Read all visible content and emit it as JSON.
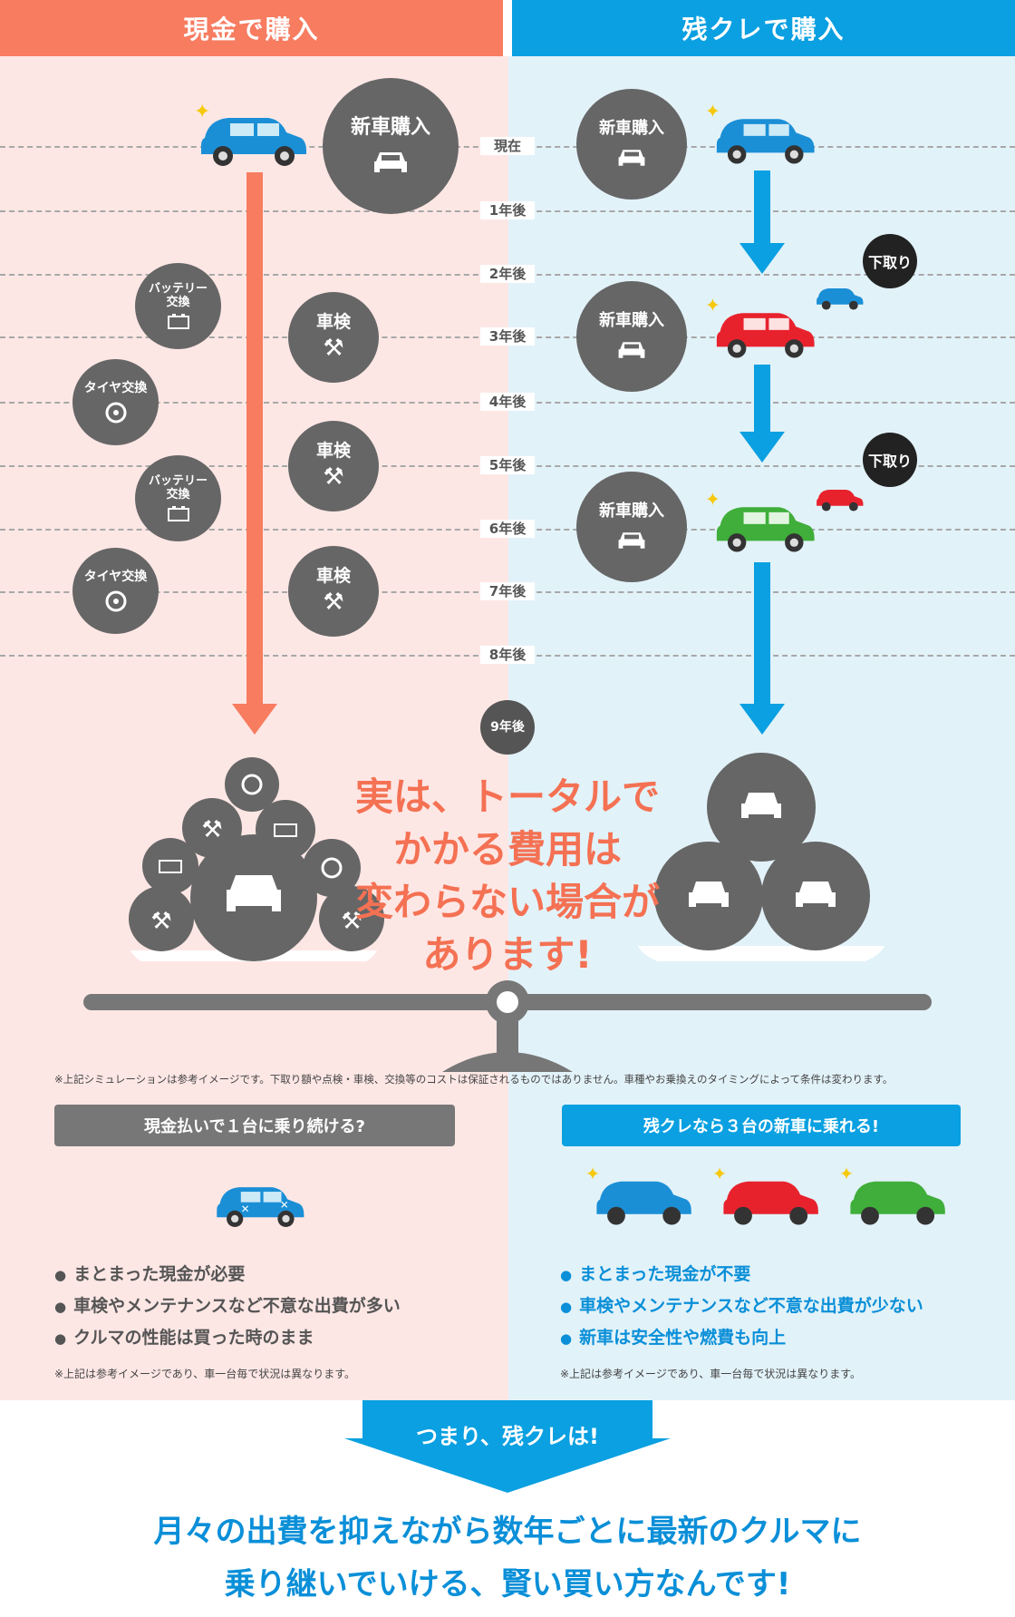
{
  "headers": {
    "left": "現金で購入",
    "right": "残クレで購入"
  },
  "timeline": [
    "現在",
    "1年後",
    "2年後",
    "3年後",
    "4年後",
    "5年後",
    "6年後",
    "7年後",
    "8年後",
    "9年後"
  ],
  "left_column": {
    "new_car": "新車購入",
    "events": [
      {
        "label": "バッテリー\n交換",
        "icon": "battery-icon"
      },
      {
        "label": "車検",
        "icon": "tools-icon"
      },
      {
        "label": "タイヤ交換",
        "icon": "tire-icon"
      },
      {
        "label": "車検",
        "icon": "tools-icon"
      },
      {
        "label": "バッテリー\n交換",
        "icon": "battery-icon"
      },
      {
        "label": "タイヤ交換",
        "icon": "tire-icon"
      },
      {
        "label": "車検",
        "icon": "tools-icon"
      }
    ]
  },
  "right_column": {
    "new_car": "新車購入",
    "trade_in": "下取り",
    "car_colors": [
      "#1b8fd6",
      "#e8222d",
      "#3fae3a"
    ]
  },
  "center_message": "実は、トータルで\nかかる費用は\n変わらない場合が\nあります!",
  "disclaimer_main": "※上記シミュレーションは参考イメージです。下取り額や点検・車検、交換等のコストは保証されるものではありません。車種やお乗換えのタイミングによって条件は変わります。",
  "left_summary": {
    "title": "現金払いで１台に乗り続ける?",
    "bullets": [
      "まとまった現金が必要",
      "車検やメンテナンスなど不意な出費が多い",
      "クルマの性能は買った時のまま"
    ],
    "note": "※上記は参考イメージであり、車一台毎で状況は異なります。"
  },
  "right_summary": {
    "title": "残クレなら３台の新車に乗れる!",
    "bullets": [
      "まとまった現金が不要",
      "車検やメンテナンスなど不意な出費が少ない",
      "新車は安全性や燃費も向上"
    ],
    "note": "※上記は参考イメージであり、車一台毎で状況は異なります。"
  },
  "conclusion_arrow": "つまり、残クレは!",
  "conclusion": "月々の出費を抑えながら数年ごとに最新のクルマに\n乗り継いでいける、賢い買い方なんです!",
  "colors": {
    "left_accent": "#f77c60",
    "right_accent": "#0aa0e1",
    "circle": "#666666",
    "message": "#f47153"
  }
}
